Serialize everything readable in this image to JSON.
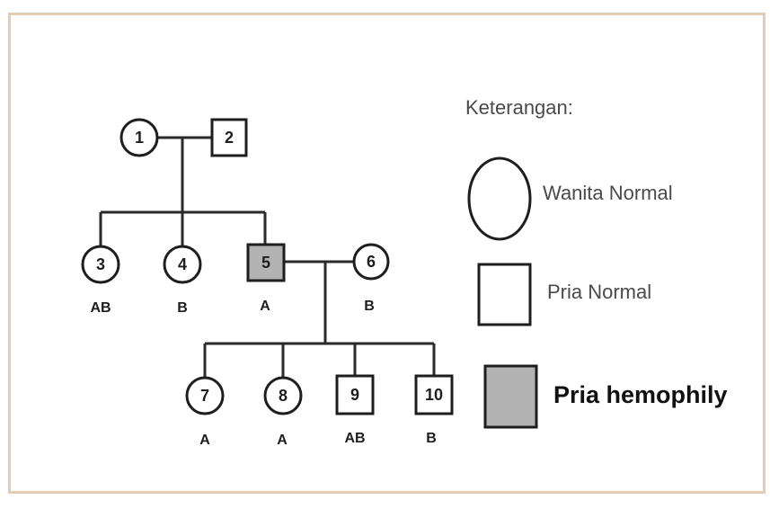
{
  "colors": {
    "frame": "#e2cdb2",
    "line": "#2a2a2a",
    "affected_fill": "#b3b3b3",
    "normal_fill": "#ffffff"
  },
  "pedigree": {
    "individuals": [
      {
        "id": "1",
        "shape": "circle",
        "affected": false,
        "blood_type": ""
      },
      {
        "id": "2",
        "shape": "square",
        "affected": false,
        "blood_type": ""
      },
      {
        "id": "3",
        "shape": "circle",
        "affected": false,
        "blood_type": "AB"
      },
      {
        "id": "4",
        "shape": "circle",
        "affected": false,
        "blood_type": "B"
      },
      {
        "id": "5",
        "shape": "square",
        "affected": true,
        "blood_type": "A"
      },
      {
        "id": "6",
        "shape": "circle",
        "affected": false,
        "blood_type": "B"
      },
      {
        "id": "7",
        "shape": "circle",
        "affected": false,
        "blood_type": "A"
      },
      {
        "id": "8",
        "shape": "circle",
        "affected": false,
        "blood_type": "A"
      },
      {
        "id": "9",
        "shape": "square",
        "affected": false,
        "blood_type": "AB"
      },
      {
        "id": "10",
        "shape": "square",
        "affected": false,
        "blood_type": "B"
      }
    ]
  },
  "legend": {
    "title": "Keterangan:",
    "items": [
      {
        "symbol": "circle",
        "label": "Wanita Normal"
      },
      {
        "symbol": "square",
        "label": "Pria Normal"
      },
      {
        "symbol": "square-filled",
        "label": "Pria hemophily"
      }
    ]
  }
}
